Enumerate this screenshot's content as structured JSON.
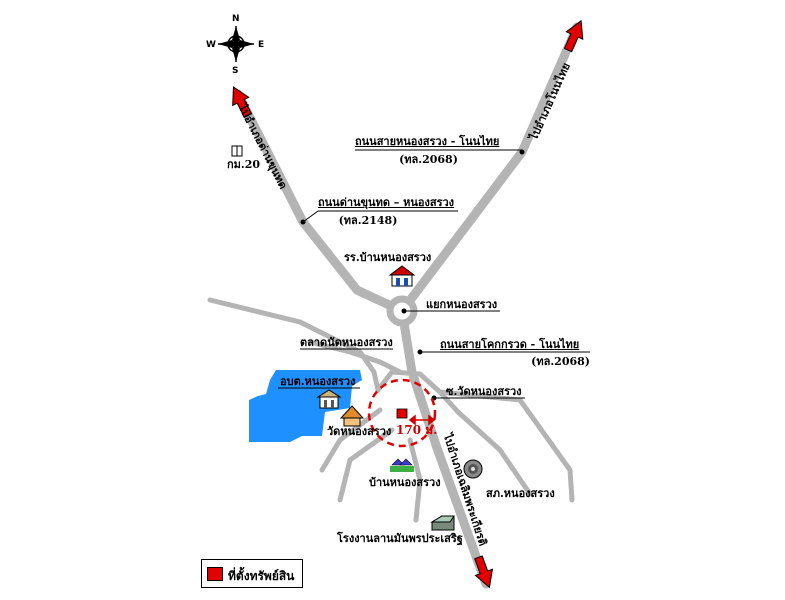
{
  "compass": {
    "n": "N",
    "s": "S",
    "e": "E",
    "w": "W"
  },
  "directions": {
    "northwest": "ไปอำเภอด่านขุนทด",
    "northeast": "ไปอำเภอโนนไทย",
    "south": "ไปอำเภอเฉลิมพระเกียรติ"
  },
  "roads": {
    "road1_name": "ถนนสายหนองสรวง - โนนไทย",
    "road1_code": "(ทล.2068)",
    "road2_name": "ถนนด่านขุนทด – หนองสรวง",
    "road2_code": "(ทล.2148)",
    "road3_name": "ถนนสายโคกกรวด - โนนไทย",
    "road3_code": "(ทล.2068)"
  },
  "places": {
    "km20": "กม.20",
    "school": "รร.บ้านหนองสรวง",
    "junction": "แยกหนองสรวง",
    "market": "ตลาดนัดหนองสรวง",
    "sao": "อบต.หนองสรวง",
    "temple": "วัดหนองสรวง",
    "soi": "ซ.วัดหนองสรวง",
    "village": "บ้านหนองสรวง",
    "police": "สภ.หนองสรวง",
    "factory": "โรงงานลานมันพรประเสริฐ"
  },
  "distance": "170 ม.",
  "legend": {
    "label": "ที่ตั้งทรัพย์สิน"
  },
  "colors": {
    "road": "#b4b4b4",
    "water": "#1e90ff",
    "property": "#e00000",
    "highway_arrow": "#e00000"
  }
}
